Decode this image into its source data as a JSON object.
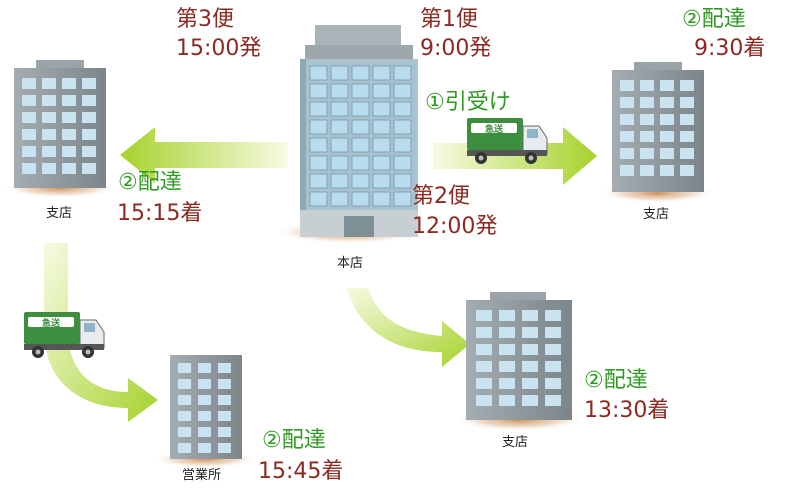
{
  "colors": {
    "schedule": "#8c2a22",
    "delivery": "#2f9a22",
    "building_wall": "#8e979b",
    "building_window": "#c9e3f0",
    "hq_window": "#b9dcef",
    "arrow_start": "#f7fbe3",
    "arrow_end": "#a6d22c",
    "truck_body": "#3d8f3f"
  },
  "icons": {
    "building": "office-building-icon",
    "truck": "delivery-truck-icon",
    "arrow": "route-arrow-icon"
  },
  "hq": {
    "label": "本店"
  },
  "flights": {
    "first": {
      "name": "第1便",
      "time": "9:00発"
    },
    "second": {
      "name": "第2便",
      "time": "12:00発"
    },
    "third": {
      "name": "第3便",
      "time": "15:00発"
    }
  },
  "pickup": {
    "label": "①引受け"
  },
  "truck_logo": "急送",
  "branches": {
    "right": {
      "label": "支店",
      "delivery": "②配達",
      "time": "9:30着"
    },
    "left": {
      "label": "支店",
      "delivery": "②配達",
      "time": "15:15着"
    },
    "bottom": {
      "label": "支店",
      "delivery": "②配達",
      "time": "13:30着"
    }
  },
  "sales_office": {
    "label": "営業所",
    "delivery": "②配達",
    "time": "15:45着"
  }
}
